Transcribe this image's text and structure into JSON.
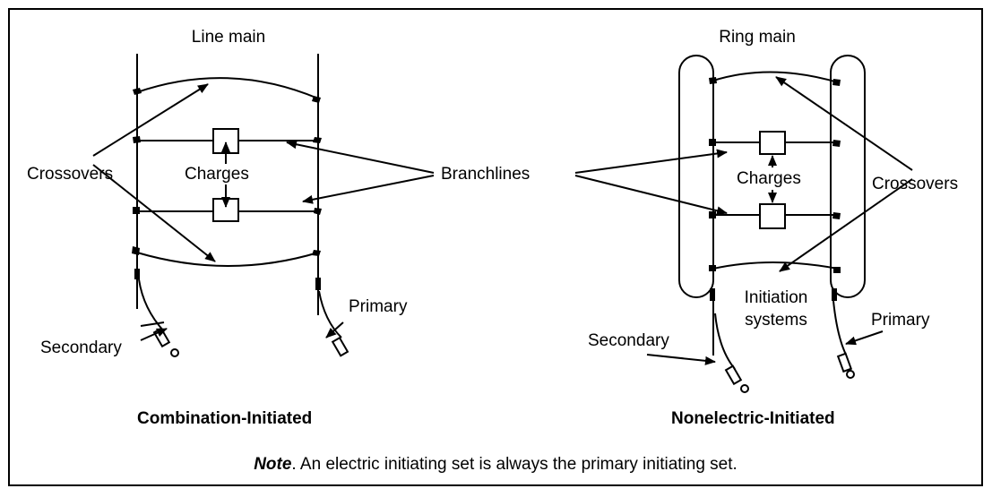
{
  "left_diagram": {
    "main_label": "Line main",
    "crossovers_label": "Crossovers",
    "charges_label": "Charges",
    "primary_label": "Primary",
    "secondary_label": "Secondary",
    "title": "Combination-Initiated"
  },
  "branchlines_label": "Branchlines",
  "right_diagram": {
    "main_label": "Ring main",
    "crossovers_label": "Crossovers",
    "charges_label": "Charges",
    "initiation_label_line1": "Initiation",
    "initiation_label_line2": "systems",
    "primary_label": "Primary",
    "secondary_label": "Secondary",
    "title": "Nonelectric-Initiated"
  },
  "note": {
    "prefix": "Note",
    "text": ". An electric initiating set is always the primary initiating set."
  }
}
